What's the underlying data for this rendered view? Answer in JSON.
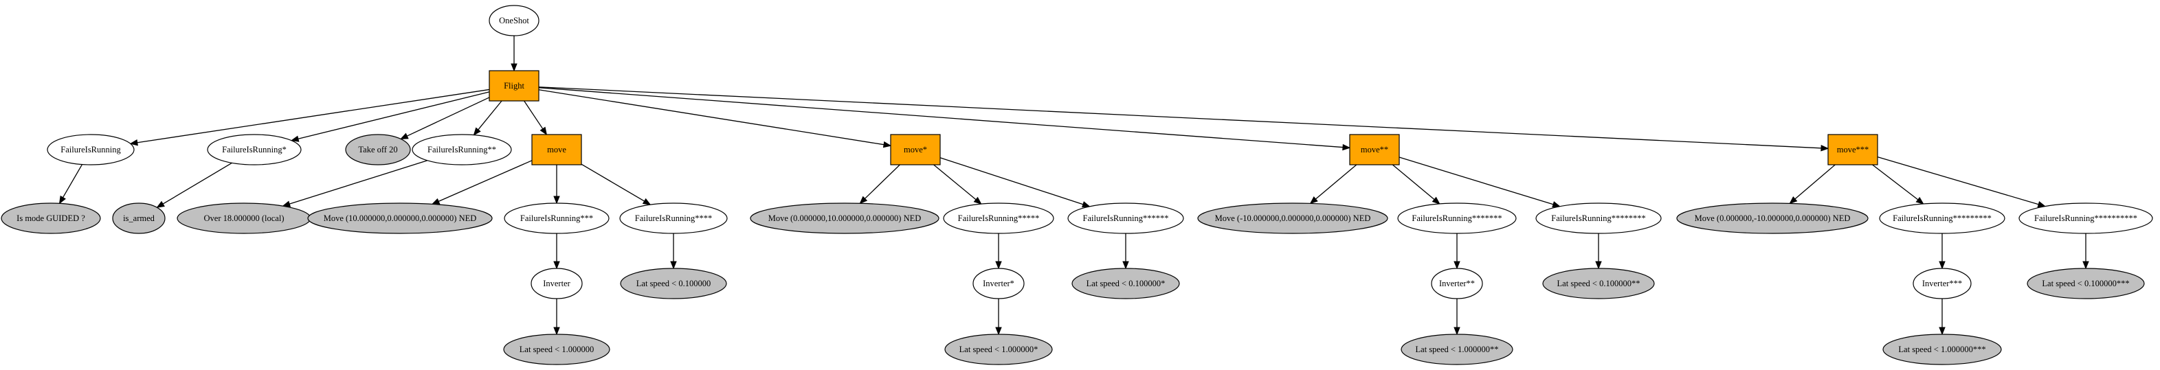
{
  "colors": {
    "sequence_fill": "#FFA500",
    "condition_fill": "#C0C0C0",
    "selector_fill": "#FFFFFF",
    "stroke": "#000000"
  },
  "nodes": [
    {
      "id": "oneshot",
      "label": "OneShot",
      "kind": "decorator"
    },
    {
      "id": "flight",
      "label": "Flight",
      "kind": "sequence"
    },
    {
      "id": "fir0",
      "label": "FailureIsRunning",
      "kind": "decorator"
    },
    {
      "id": "guided",
      "label": "Is mode GUIDED ?",
      "kind": "condition"
    },
    {
      "id": "fir1",
      "label": "FailureIsRunning*",
      "kind": "decorator"
    },
    {
      "id": "armed",
      "label": "is_armed",
      "kind": "condition"
    },
    {
      "id": "takeoff",
      "label": "Take off 20",
      "kind": "condition"
    },
    {
      "id": "fir2",
      "label": "FailureIsRunning**",
      "kind": "decorator"
    },
    {
      "id": "over",
      "label": "Over 18.000000 (local)",
      "kind": "condition"
    },
    {
      "id": "move0",
      "label": "move",
      "kind": "sequence"
    },
    {
      "id": "m0act",
      "label": "Move (10.000000,0.000000,0.000000) NED",
      "kind": "condition"
    },
    {
      "id": "m0fa",
      "label": "FailureIsRunning***",
      "kind": "decorator"
    },
    {
      "id": "m0inv",
      "label": "Inverter",
      "kind": "decorator"
    },
    {
      "id": "m0sp1",
      "label": "Lat speed < 1.000000",
      "kind": "condition"
    },
    {
      "id": "m0fb",
      "label": "FailureIsRunning****",
      "kind": "decorator"
    },
    {
      "id": "m0sp2",
      "label": "Lat speed < 0.100000",
      "kind": "condition"
    },
    {
      "id": "move1",
      "label": "move*",
      "kind": "sequence"
    },
    {
      "id": "m1act",
      "label": "Move (0.000000,10.000000,0.000000) NED",
      "kind": "condition"
    },
    {
      "id": "m1fa",
      "label": "FailureIsRunning*****",
      "kind": "decorator"
    },
    {
      "id": "m1inv",
      "label": "Inverter*",
      "kind": "decorator"
    },
    {
      "id": "m1sp1",
      "label": "Lat speed < 1.000000*",
      "kind": "condition"
    },
    {
      "id": "m1fb",
      "label": "FailureIsRunning******",
      "kind": "decorator"
    },
    {
      "id": "m1sp2",
      "label": "Lat speed < 0.100000*",
      "kind": "condition"
    },
    {
      "id": "move2",
      "label": "move**",
      "kind": "sequence"
    },
    {
      "id": "m2act",
      "label": "Move (-10.000000,0.000000,0.000000) NED",
      "kind": "condition"
    },
    {
      "id": "m2fa",
      "label": "FailureIsRunning*******",
      "kind": "decorator"
    },
    {
      "id": "m2inv",
      "label": "Inverter**",
      "kind": "decorator"
    },
    {
      "id": "m2sp1",
      "label": "Lat speed < 1.000000**",
      "kind": "condition"
    },
    {
      "id": "m2fb",
      "label": "FailureIsRunning********",
      "kind": "decorator"
    },
    {
      "id": "m2sp2",
      "label": "Lat speed < 0.100000**",
      "kind": "condition"
    },
    {
      "id": "move3",
      "label": "move***",
      "kind": "sequence"
    },
    {
      "id": "m3act",
      "label": "Move (0.000000,-10.000000,0.000000) NED",
      "kind": "condition"
    },
    {
      "id": "m3fa",
      "label": "FailureIsRunning*********",
      "kind": "decorator"
    },
    {
      "id": "m3inv",
      "label": "Inverter***",
      "kind": "decorator"
    },
    {
      "id": "m3sp1",
      "label": "Lat speed < 1.000000***",
      "kind": "condition"
    },
    {
      "id": "m3fb",
      "label": "FailureIsRunning**********",
      "kind": "decorator"
    },
    {
      "id": "m3sp2",
      "label": "Lat speed < 0.100000***",
      "kind": "condition"
    }
  ],
  "edges": [
    [
      "oneshot",
      "flight"
    ],
    [
      "flight",
      "fir0"
    ],
    [
      "flight",
      "fir1"
    ],
    [
      "flight",
      "takeoff"
    ],
    [
      "flight",
      "fir2"
    ],
    [
      "flight",
      "move0"
    ],
    [
      "flight",
      "move1"
    ],
    [
      "flight",
      "move2"
    ],
    [
      "flight",
      "move3"
    ],
    [
      "fir0",
      "guided"
    ],
    [
      "fir1",
      "armed"
    ],
    [
      "fir2",
      "over"
    ],
    [
      "move0",
      "m0act"
    ],
    [
      "move0",
      "m0fa"
    ],
    [
      "move0",
      "m0fb"
    ],
    [
      "m0fa",
      "m0inv"
    ],
    [
      "m0inv",
      "m0sp1"
    ],
    [
      "m0fb",
      "m0sp2"
    ],
    [
      "move1",
      "m1act"
    ],
    [
      "move1",
      "m1fa"
    ],
    [
      "move1",
      "m1fb"
    ],
    [
      "m1fa",
      "m1inv"
    ],
    [
      "m1inv",
      "m1sp1"
    ],
    [
      "m1fb",
      "m1sp2"
    ],
    [
      "move2",
      "m2act"
    ],
    [
      "move2",
      "m2fa"
    ],
    [
      "move2",
      "m2fb"
    ],
    [
      "m2fa",
      "m2inv"
    ],
    [
      "m2inv",
      "m2sp1"
    ],
    [
      "m2fb",
      "m2sp2"
    ],
    [
      "move3",
      "m3act"
    ],
    [
      "move3",
      "m3fa"
    ],
    [
      "move3",
      "m3fb"
    ],
    [
      "m3fa",
      "m3inv"
    ],
    [
      "m3inv",
      "m3sp1"
    ],
    [
      "m3fb",
      "m3sp2"
    ]
  ]
}
